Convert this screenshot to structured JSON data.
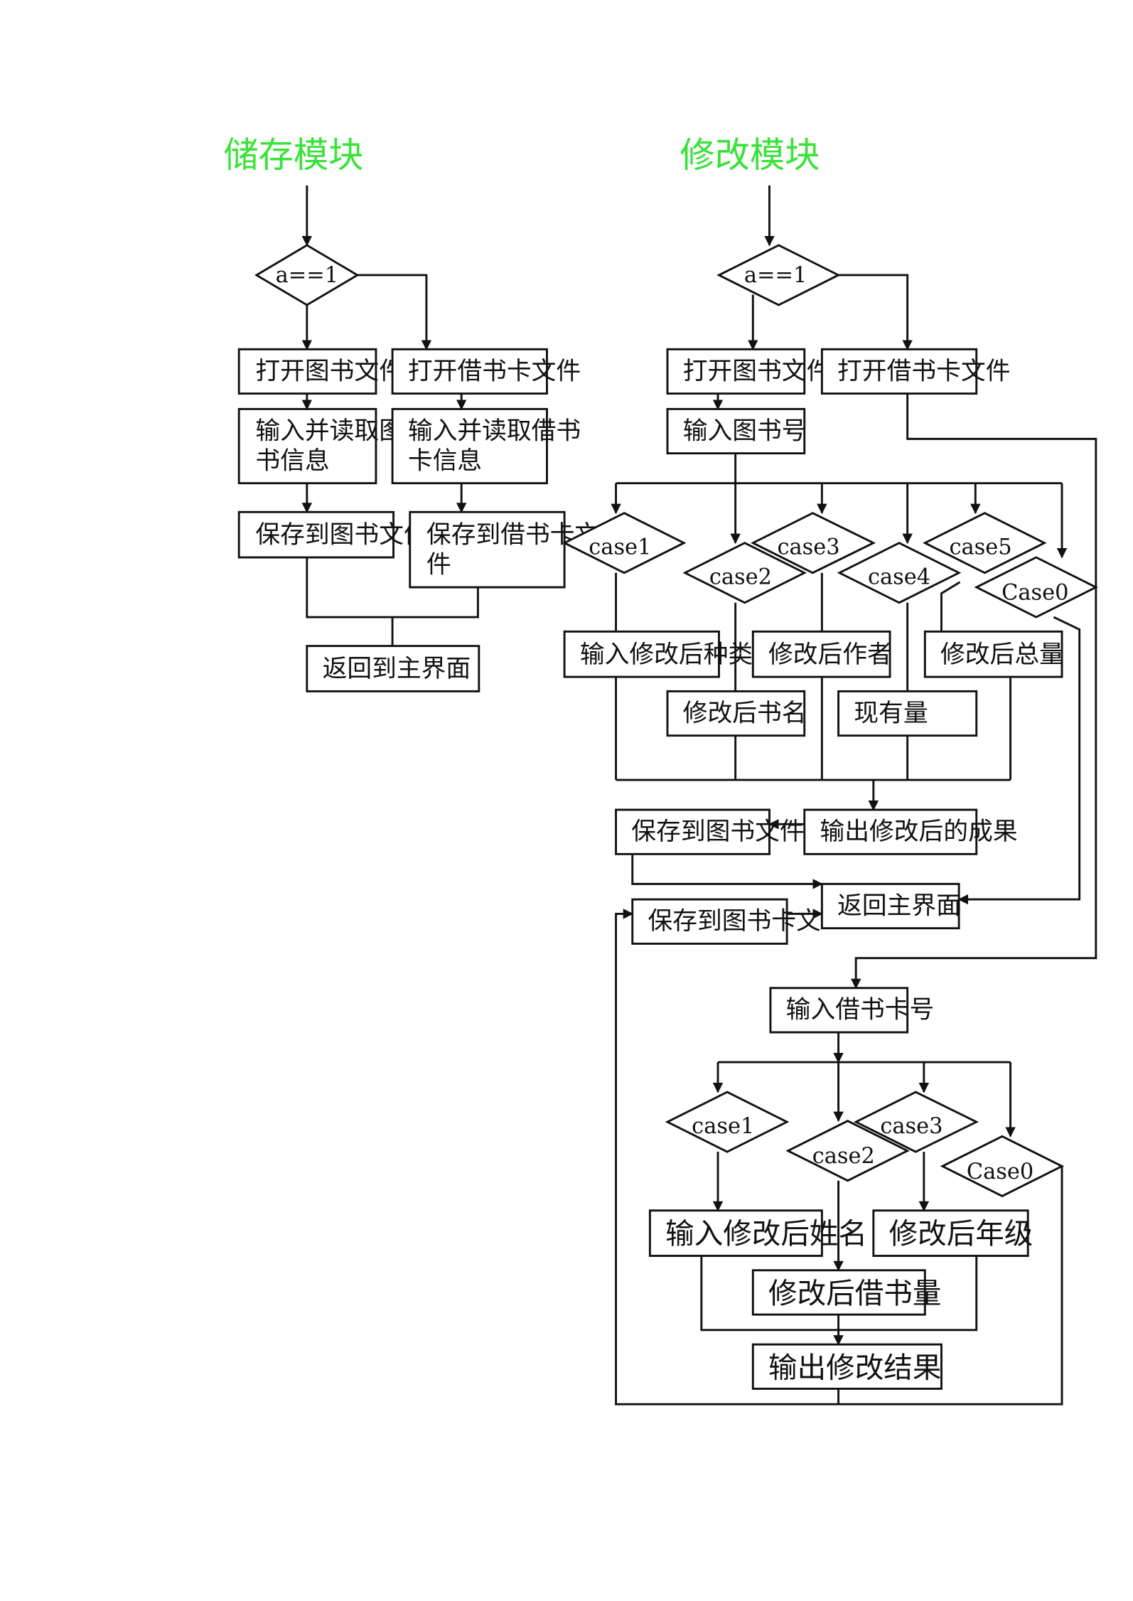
{
  "colors": {
    "title": "#38e238",
    "line": "#111111",
    "background": "#ffffff"
  },
  "titles": {
    "storage": "储存模块",
    "modify": "修改模块"
  },
  "storage": {
    "decision": "a==1",
    "open_book_file": "打开图书文件",
    "open_card_file": "打开借书卡文件",
    "input_read_book": "输入并读取图书信息",
    "input_read_card": "输入并读取借书卡信息",
    "save_book_file": "保存到图书文件",
    "save_card_file": "保存到借书卡文件",
    "return_main": "返回到主界面"
  },
  "modify": {
    "decision": "a==1",
    "open_book_file": "打开图书文件",
    "open_card_file": "打开借书卡文件",
    "input_book_no": "输入图书号",
    "book_cases": {
      "case1": "case1",
      "case2": "case2",
      "case3": "case3",
      "case4": "case4",
      "case5": "case5",
      "case0": "Case0"
    },
    "book_actions": {
      "category": "输入修改后种类",
      "title": "修改后书名",
      "author": "修改后作者",
      "stock": "现有量",
      "total": "修改后总量"
    },
    "output_book_result": "输出修改后的成果",
    "save_book_file": "保存到图书文件",
    "return_main": "返回主界面",
    "save_card_file": "保存到图书卡文",
    "input_card_no": "输入借书卡号",
    "card_cases": {
      "case1": "case1",
      "case2": "case2",
      "case3": "case3",
      "case0": "Case0"
    },
    "card_actions": {
      "name": "输入修改后姓名",
      "borrow_count": "修改后借书量",
      "grade": "修改后年级"
    },
    "output_card_result": "输出修改结果"
  }
}
